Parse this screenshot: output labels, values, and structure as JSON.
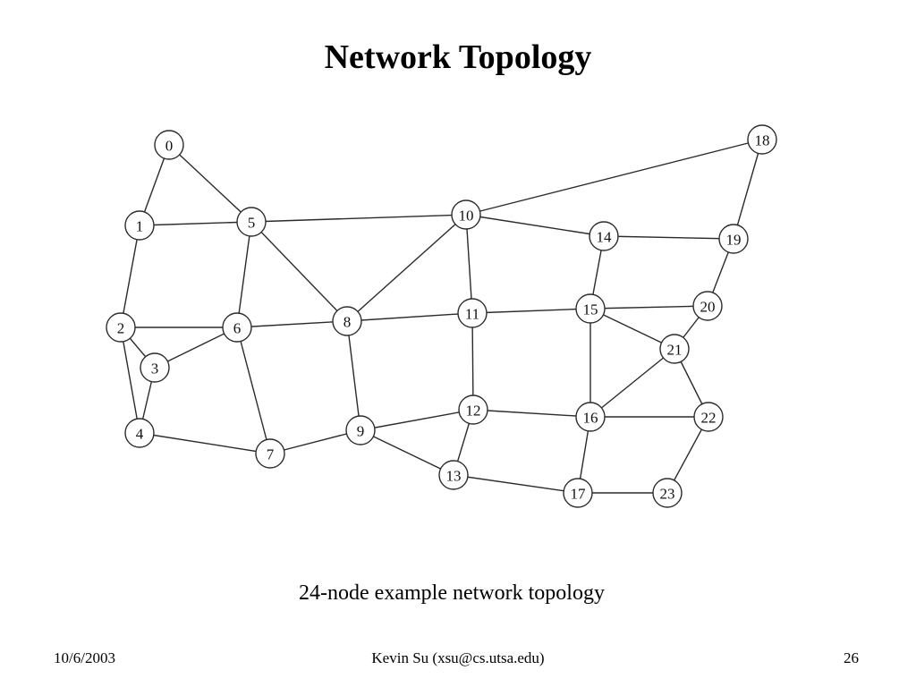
{
  "slide": {
    "title": "Network Topology",
    "caption": "24-node example network topology",
    "footer": {
      "date": "10/6/2003",
      "author": "Kevin Su (xsu@cs.utsa.edu)",
      "page": "26"
    }
  },
  "diagram": {
    "nodes": [
      "0",
      "1",
      "2",
      "3",
      "4",
      "5",
      "6",
      "7",
      "8",
      "9",
      "10",
      "11",
      "12",
      "13",
      "14",
      "15",
      "16",
      "17",
      "18",
      "19",
      "20",
      "21",
      "22",
      "23"
    ],
    "edges": [
      [
        "0",
        "1"
      ],
      [
        "0",
        "5"
      ],
      [
        "1",
        "5"
      ],
      [
        "1",
        "2"
      ],
      [
        "2",
        "6"
      ],
      [
        "2",
        "3"
      ],
      [
        "2",
        "4"
      ],
      [
        "3",
        "4"
      ],
      [
        "3",
        "6"
      ],
      [
        "4",
        "7"
      ],
      [
        "5",
        "6"
      ],
      [
        "5",
        "8"
      ],
      [
        "5",
        "10"
      ],
      [
        "6",
        "7"
      ],
      [
        "6",
        "8"
      ],
      [
        "7",
        "9"
      ],
      [
        "8",
        "9"
      ],
      [
        "8",
        "10"
      ],
      [
        "8",
        "11"
      ],
      [
        "9",
        "12"
      ],
      [
        "9",
        "13"
      ],
      [
        "10",
        "11"
      ],
      [
        "10",
        "14"
      ],
      [
        "10",
        "18"
      ],
      [
        "11",
        "12"
      ],
      [
        "11",
        "15"
      ],
      [
        "12",
        "13"
      ],
      [
        "12",
        "16"
      ],
      [
        "13",
        "17"
      ],
      [
        "14",
        "15"
      ],
      [
        "14",
        "19"
      ],
      [
        "15",
        "16"
      ],
      [
        "15",
        "20"
      ],
      [
        "15",
        "21"
      ],
      [
        "16",
        "21"
      ],
      [
        "16",
        "22"
      ],
      [
        "16",
        "17"
      ],
      [
        "17",
        "23"
      ],
      [
        "18",
        "19"
      ],
      [
        "19",
        "20"
      ],
      [
        "20",
        "21"
      ],
      [
        "21",
        "22"
      ],
      [
        "22",
        "23"
      ]
    ]
  }
}
